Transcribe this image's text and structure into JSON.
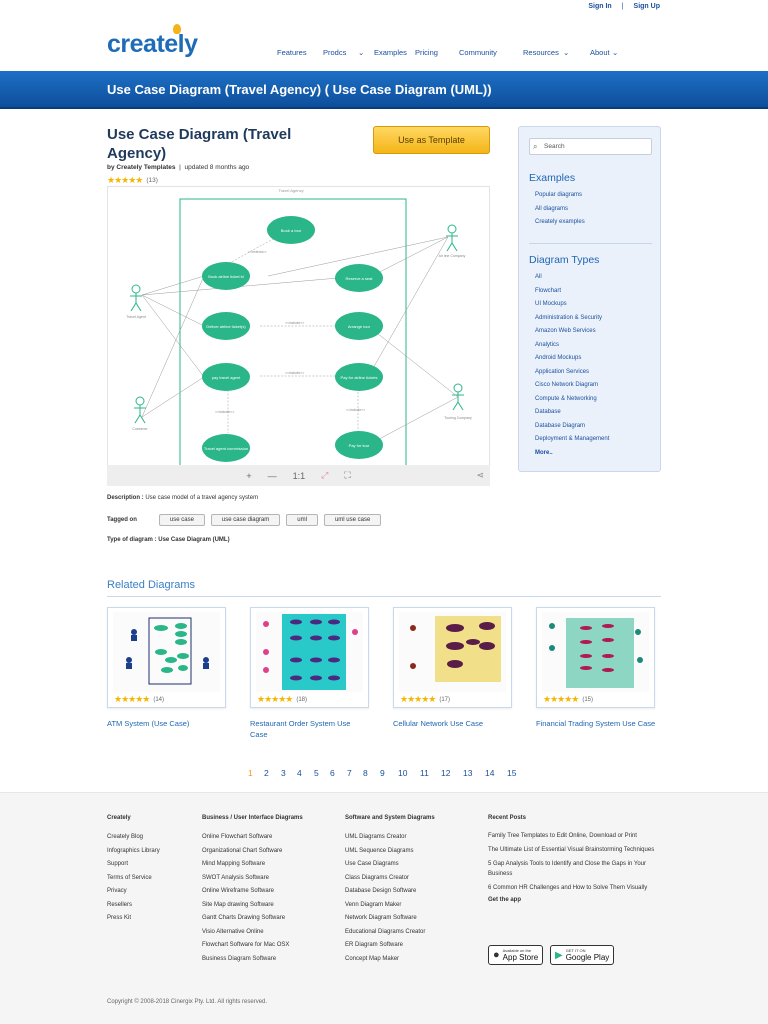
{
  "header": {
    "signin": "Sign In",
    "separator": "|",
    "signup": "Sign Up",
    "logo": "creately",
    "nav": [
      "Features",
      "Prodcs",
      "Examples",
      "Pricing",
      "Community",
      "Resources",
      "About"
    ]
  },
  "banner": {
    "title": "Use Case Diagram (Travel Agency) ( Use Case Diagram (UML))"
  },
  "main": {
    "title": "Use Case Diagram (Travel Agency)",
    "byline_author": "by Creately Templates",
    "byline_sep": "|",
    "byline_updated": "updated 8 months ago",
    "stars": "★★★★★",
    "rating_count": "(13)",
    "use_template": "Use as Template",
    "description_label": "Description :",
    "description_text": "Use case model of a travel agency system",
    "tagged_on_label": "Tagged on",
    "tags": [
      "use case",
      "use case diagram",
      "uml",
      "uml use case"
    ],
    "type_label": "Type of diagram :",
    "type_value": "Use Case Diagram (UML)"
  },
  "diagram": {
    "boundary_title": "Travel Agency",
    "actors": [
      "Travel Agent",
      "Customer",
      "Air line Company",
      "Touring Company"
    ],
    "use_cases": [
      "Book a tour",
      "Book airline ticket bl",
      "Reserve a seat",
      "Deliver airline ticket(s)",
      "Arrange tour",
      "pay travel agent",
      "Pay for airline tickets",
      "Travel agent commission",
      "Pay for tour"
    ],
    "relations": [
      "<<extend>>",
      "<<include>>",
      "<<include>>",
      "<<include>>",
      "<<include>>"
    ],
    "toolbar": {
      "zoom_in": "+",
      "zoom_out": "—",
      "ratio": "1:1",
      "fit": "⤢",
      "fullscreen": "⛶",
      "share": "share-icon"
    }
  },
  "sidebar": {
    "search_placeholder": "Search",
    "examples_heading": "Examples",
    "examples": [
      "Popular diagrams",
      "All diagrams",
      "Creately examples"
    ],
    "types_heading": "Diagram Types",
    "types": [
      "All",
      "Flowchart",
      "UI Mockups",
      "Administration & Security",
      "Amazon Web Services",
      "Analytics",
      "Android Mockups",
      "Application Services",
      "Cisco Network Diagram",
      "Compute & Networking",
      "Database",
      "Database Diagram",
      "Deployment & Management",
      "More.."
    ]
  },
  "related": {
    "heading": "Related Diagrams",
    "items": [
      {
        "label": "ATM System (Use Case)",
        "stars": "★★★★★",
        "count": "(14)"
      },
      {
        "label": "Restaurant Order System Use Case",
        "stars": "★★★★★",
        "count": "(18)"
      },
      {
        "label": "Cellular Network Use Case",
        "stars": "★★★★★",
        "count": "(17)"
      },
      {
        "label": "Financial Trading System Use Case",
        "stars": "★★★★★",
        "count": "(15)"
      }
    ]
  },
  "pagination": {
    "pages": [
      "1",
      "2",
      "3",
      "4",
      "5",
      "6",
      "7",
      "8",
      "9",
      "10",
      "11",
      "12",
      "13",
      "14",
      "15"
    ],
    "current": "1"
  },
  "footer": {
    "col1": {
      "heading": "Creately",
      "items": [
        "Creately Blog",
        "Infographics Library",
        "Support",
        "Terms of Service",
        "Privacy",
        "Resellers",
        "Press Kit"
      ]
    },
    "col2": {
      "heading": "Business / User Interface Diagrams",
      "items": [
        "Online Flowchart Software",
        "Organizational Chart Software",
        "Mind Mapping Software",
        "SWOT Analysis Software",
        "Online Wireframe Software",
        "Site Map drawing Software",
        "Gantt Charts Drawing Software",
        "Visio Alternative Online",
        "Flowchart Software for Mac OSX",
        "Business Diagram Software"
      ]
    },
    "col3": {
      "heading": "Software and System Diagrams",
      "items": [
        "UML Diagrams Creator",
        "UML Sequence Diagrams",
        "Use Case Diagrams",
        "Class Diagrams Creator",
        "Database Design Software",
        "Venn Diagram Maker",
        "Network Diagram Software",
        "Educational Diagrams Creator",
        "ER Diagram Software",
        "Concept Map Maker"
      ]
    },
    "posts": {
      "heading": "Recent Posts",
      "items": [
        "Family Tree Templates to Edit Online, Download or Print",
        "The Ultimate List of Essential Visual Brainstorming Techniques",
        "5 Gap Analysis Tools to Identify and Close the Gaps in Your Business",
        "6 Common HR Challenges and How to Solve Them Visually"
      ]
    },
    "get_app": "Get the app",
    "app_store_small": "Available on the",
    "app_store": "App Store",
    "google_small": "GET IT ON",
    "google_play": "Google Play",
    "copyright": "Copyright © 2008-2018 Cinergix Pty. Ltd. All rights reserved."
  },
  "colors": {
    "brand_blue": "#1d6fc6",
    "usecase_green": "#2bb68a",
    "accent_yellow": "#f4b518",
    "star": "#f5b500"
  }
}
